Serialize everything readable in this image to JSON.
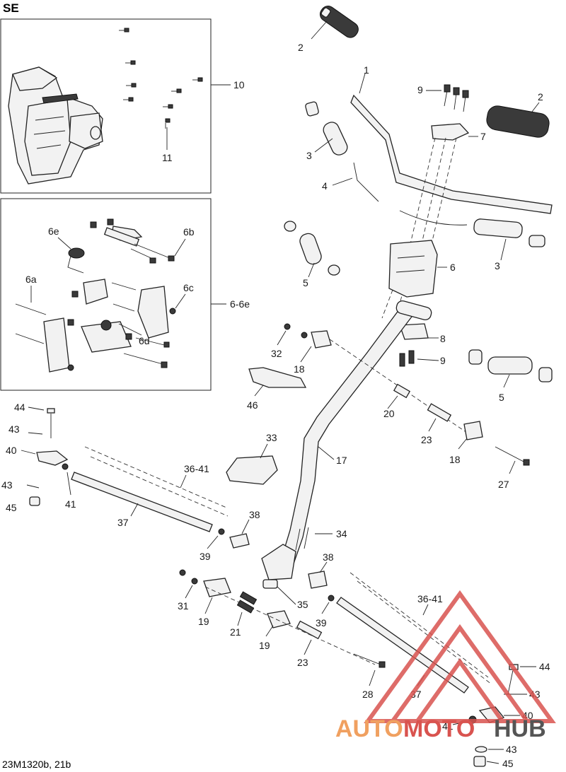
{
  "title": "SE",
  "reference": "23M1320b, 21b",
  "watermark": {
    "auto": "AUTO",
    "moto": "MOTO",
    "hub": "HUB",
    "color_red": "#d9534f",
    "color_orange": "#f0a060",
    "color_gray": "#555555"
  },
  "callouts": {
    "c1": "1",
    "c2a": "2",
    "c2b": "2",
    "c3a": "3",
    "c3b": "3",
    "c4": "4",
    "c5a": "5",
    "c5b": "5",
    "c6": "6",
    "c6a": "6a",
    "c6b": "6b",
    "c6c": "6c",
    "c6d": "6d",
    "c6e": "6e",
    "c6range": "6-6e",
    "c7": "7",
    "c8": "8",
    "c9a": "9",
    "c9b": "9",
    "c10": "10",
    "c11": "11",
    "c17": "17",
    "c18a": "18",
    "c18b": "18",
    "c19a": "19",
    "c19b": "19",
    "c20": "20",
    "c21": "21",
    "c23a": "23",
    "c23b": "23",
    "c27": "27",
    "c28": "28",
    "c31": "31",
    "c32": "32",
    "c33": "33",
    "c34": "34",
    "c35": "35",
    "c36a": "36-41",
    "c36b": "36-41",
    "c37a": "37",
    "c37b": "37",
    "c38a": "38",
    "c38b": "38",
    "c39a": "39",
    "c39b": "39",
    "c40a": "40",
    "c40b": "40",
    "c41a": "41",
    "c41b": "41",
    "c43a": "43",
    "c43b": "43",
    "c43c": "43",
    "c43d": "43",
    "c44a": "44",
    "c44b": "44",
    "c45a": "45",
    "c45b": "45",
    "c46": "46"
  }
}
